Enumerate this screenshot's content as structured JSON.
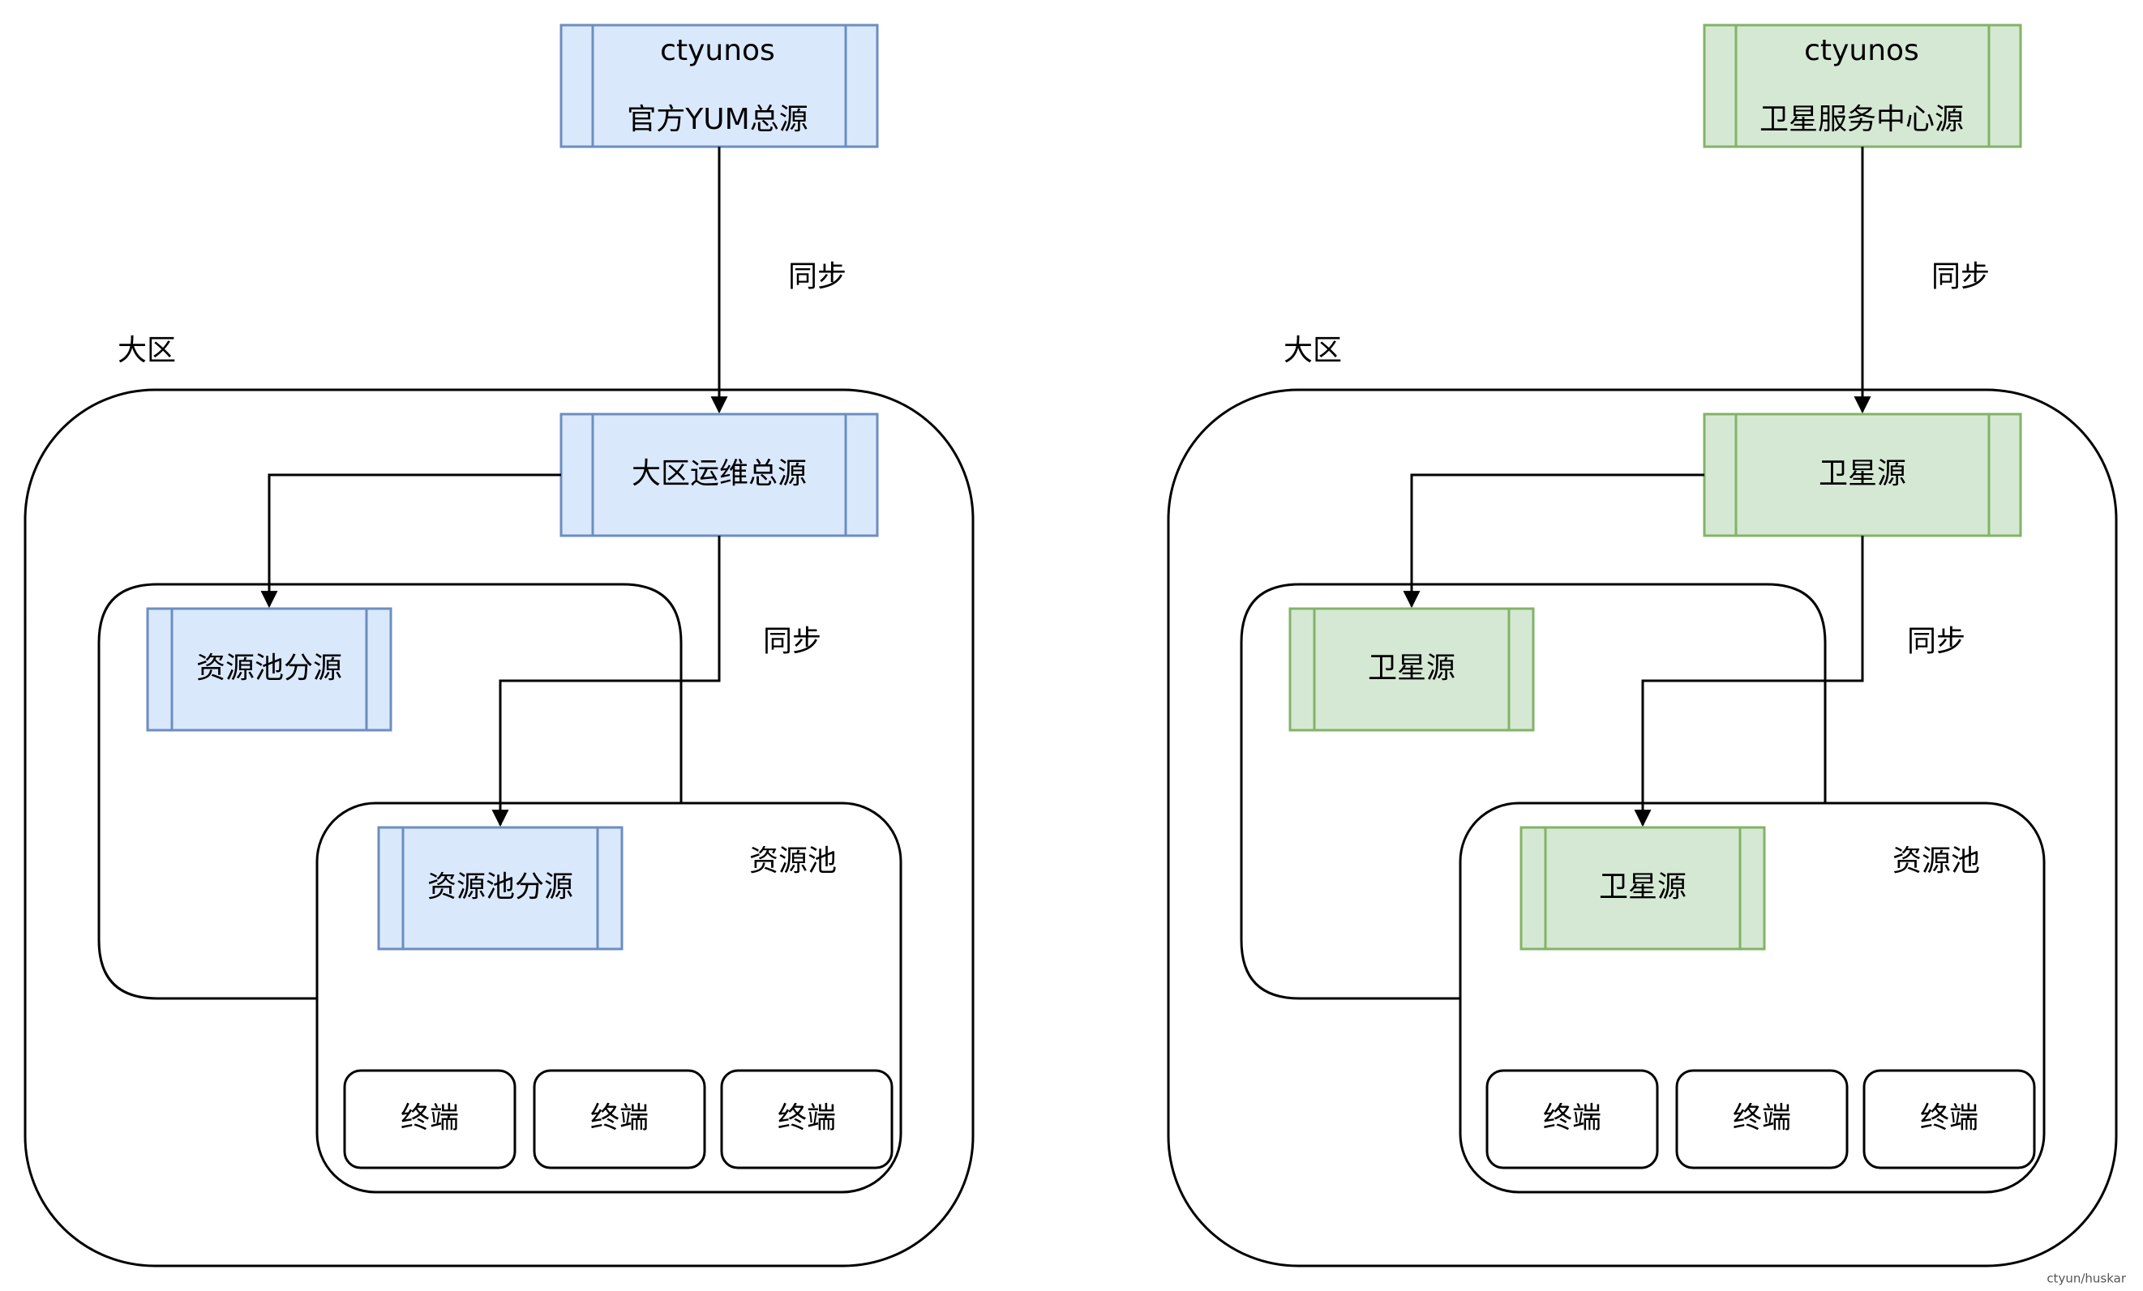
{
  "colors": {
    "blue_fill": "#dae8fc",
    "blue_stroke": "#6c8ebf",
    "green_fill": "#d5e8d4",
    "green_stroke": "#82b366"
  },
  "left": {
    "top_source": {
      "line1": "ctyunos",
      "line2": "官方YUM总源"
    },
    "sync_top": "同步",
    "region_label": "大区",
    "region_source": "大区运维总源",
    "sync_inner": "同步",
    "back_pool_source": "资源池分源",
    "front_pool_label": "资源池",
    "front_pool_source": "资源池分源",
    "terminals": [
      "终端",
      "终端",
      "终端"
    ]
  },
  "right": {
    "top_source": {
      "line1": "ctyunos",
      "line2": "卫星服务中心源"
    },
    "sync_top": "同步",
    "region_label": "大区",
    "region_source": "卫星源",
    "sync_inner": "同步",
    "back_pool_source": "卫星源",
    "front_pool_label": "资源池",
    "front_pool_source": "卫星源",
    "terminals": [
      "终端",
      "终端",
      "终端"
    ]
  },
  "watermark": "ctyun/huskar"
}
